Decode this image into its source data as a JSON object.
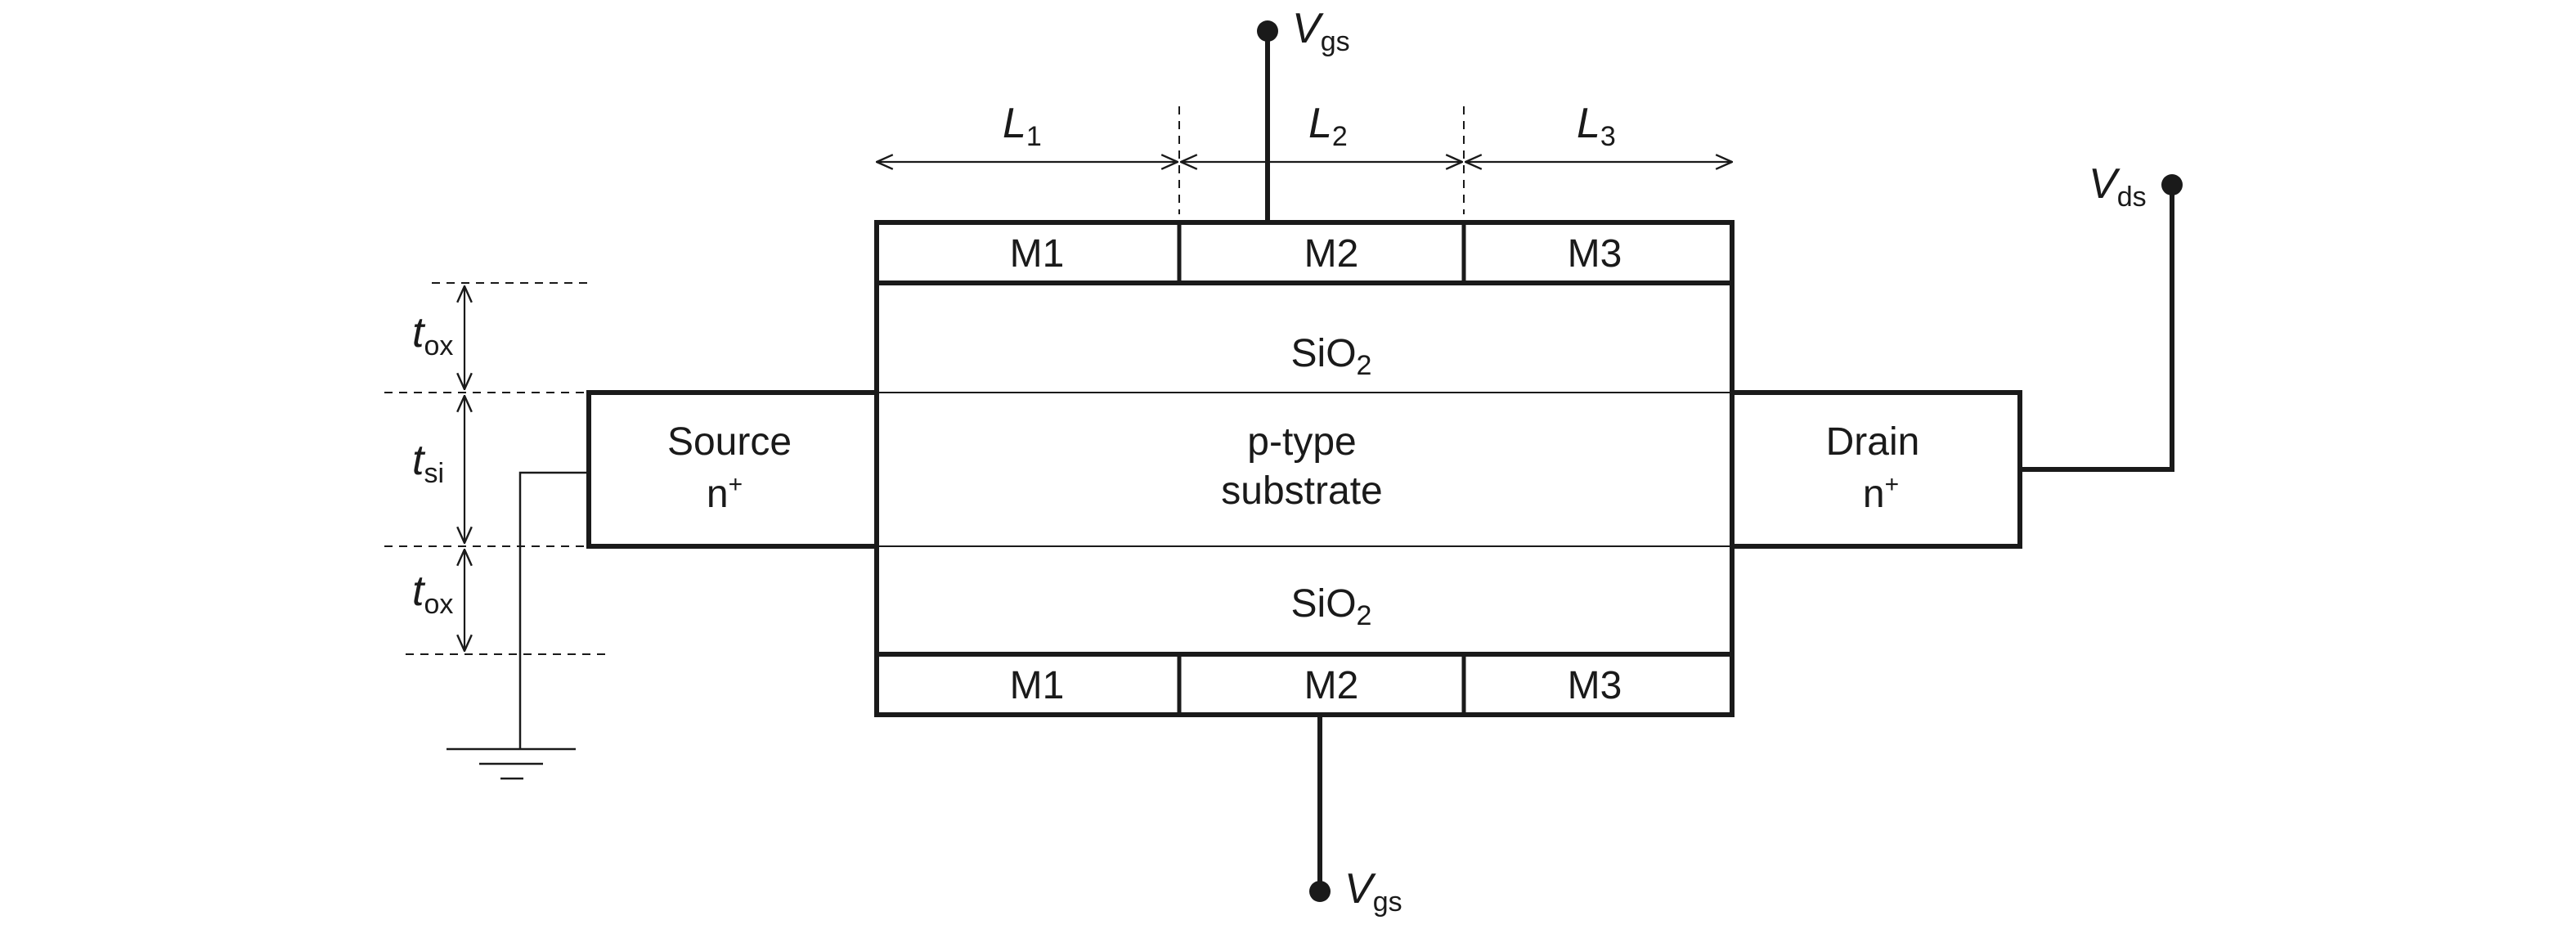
{
  "diagram": {
    "top_gate": {
      "terminal": {
        "symbol": "V",
        "subscript": "gs"
      },
      "length_labels": [
        {
          "symbol": "L",
          "subscript": "1"
        },
        {
          "symbol": "L",
          "subscript": "2"
        },
        {
          "symbol": "L",
          "subscript": "3"
        }
      ],
      "segments": [
        "M1",
        "M2",
        "M3"
      ]
    },
    "bottom_gate": {
      "terminal": {
        "symbol": "V",
        "subscript": "gs"
      },
      "segments": [
        "M1",
        "M2",
        "M3"
      ]
    },
    "oxide_top": {
      "label": "SiO",
      "subscript": "2"
    },
    "oxide_bottom": {
      "label": "SiO",
      "subscript": "2"
    },
    "channel": {
      "line1": "p-type",
      "line2": "substrate"
    },
    "source": {
      "line1": "Source",
      "line2": "n",
      "superscript": "+"
    },
    "drain": {
      "line1": "Drain",
      "line2": "n",
      "superscript": "+",
      "terminal": {
        "symbol": "V",
        "subscript": "ds"
      }
    },
    "thickness_labels": {
      "top_oxide": {
        "symbol": "t",
        "subscript": "ox"
      },
      "silicon": {
        "symbol": "t",
        "subscript": "si"
      },
      "bottom_oxide": {
        "symbol": "t",
        "subscript": "ox"
      }
    },
    "ground": {
      "icon": "ground-icon"
    },
    "colors": {
      "line": "#1a1a1a",
      "background": "#ffffff"
    }
  }
}
